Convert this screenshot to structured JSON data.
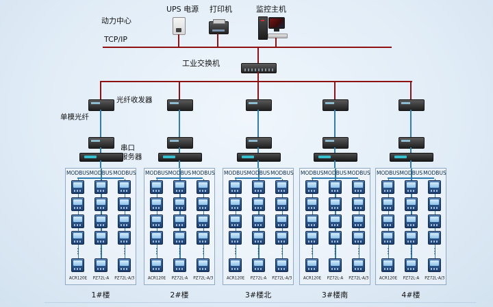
{
  "colors": {
    "line_red": "#8e1010",
    "line_blue": "#2e7db2"
  },
  "header": {
    "power_center": "动力中心",
    "tcpip": "TCP/IP",
    "devices": [
      {
        "id": "ups",
        "label": "UPS 电源"
      },
      {
        "id": "printer",
        "label": "打印机"
      },
      {
        "id": "host",
        "label": "监控主机"
      }
    ],
    "switch_label": "工业交换机"
  },
  "annotations": {
    "fiber_transceiver": "光纤收发器",
    "single_mode_fiber": "单模光纤",
    "serial_server": [
      "串口",
      "服务器"
    ]
  },
  "groups": [
    {
      "name": "1#楼",
      "bus_labels": [
        "MODBUS",
        "MODBUS",
        "MODBUS"
      ],
      "meter_models": [
        "ACR120E",
        "PZ72L-A",
        "PZ72L-A/3"
      ],
      "rows_before_dots": 4,
      "rows_after_dots": 1
    },
    {
      "name": "2#楼",
      "bus_labels": [
        "MODBUS",
        "MODBUS",
        "MODBUS"
      ],
      "meter_models": [
        "ACR120E",
        "PZ72L-A",
        "PZ72L-A/3"
      ],
      "rows_before_dots": 4,
      "rows_after_dots": 1
    },
    {
      "name": "3#楼北",
      "bus_labels": [
        "MODBUS",
        "MODBUS",
        "MODBUS"
      ],
      "meter_models": [
        "ACR120E",
        "PZ72L-A",
        "PZ72L-A/3"
      ],
      "rows_before_dots": 4,
      "rows_after_dots": 1
    },
    {
      "name": "3#楼南",
      "bus_labels": [
        "MODBUS",
        "MODBUS",
        "MODBUS"
      ],
      "meter_models": [
        "ACR120E",
        "PZ72L-A",
        "PZ72L-A/3"
      ],
      "rows_before_dots": 4,
      "rows_after_dots": 1
    },
    {
      "name": "4#楼",
      "bus_labels": [
        "MODBUS",
        "MODBUS",
        "MODBUS"
      ],
      "meter_models": [
        "ACR120E",
        "PZ72L-A",
        "PZ72L-A/3"
      ],
      "rows_before_dots": 4,
      "rows_after_dots": 1
    }
  ]
}
